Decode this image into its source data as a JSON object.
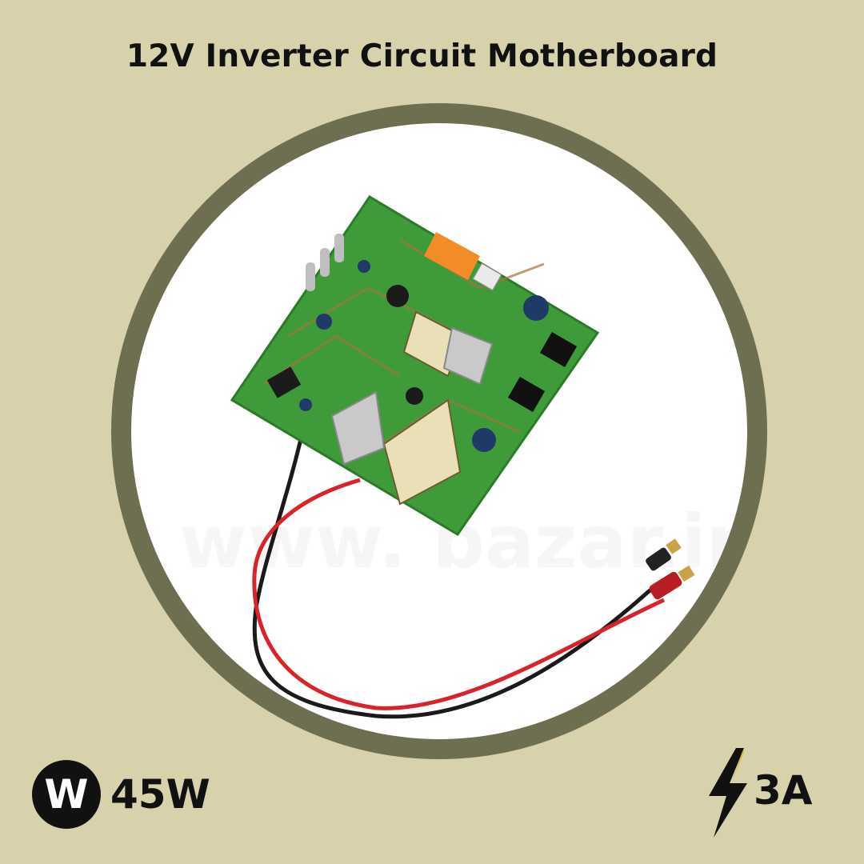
{
  "title": "12V Inverter Circuit Motherboard",
  "specs": {
    "power": {
      "icon": "w-badge-icon",
      "icon_letter": "W",
      "value": "45W"
    },
    "current": {
      "icon": "lightning-bolt-icon",
      "value": "3A"
    }
  },
  "watermark": "www.    bazar.in",
  "colors": {
    "background": "#d7d2ac",
    "ring": "#6e6e50",
    "disc": "#ffffff",
    "pcb": "#3f9b3a",
    "text": "#111111"
  }
}
